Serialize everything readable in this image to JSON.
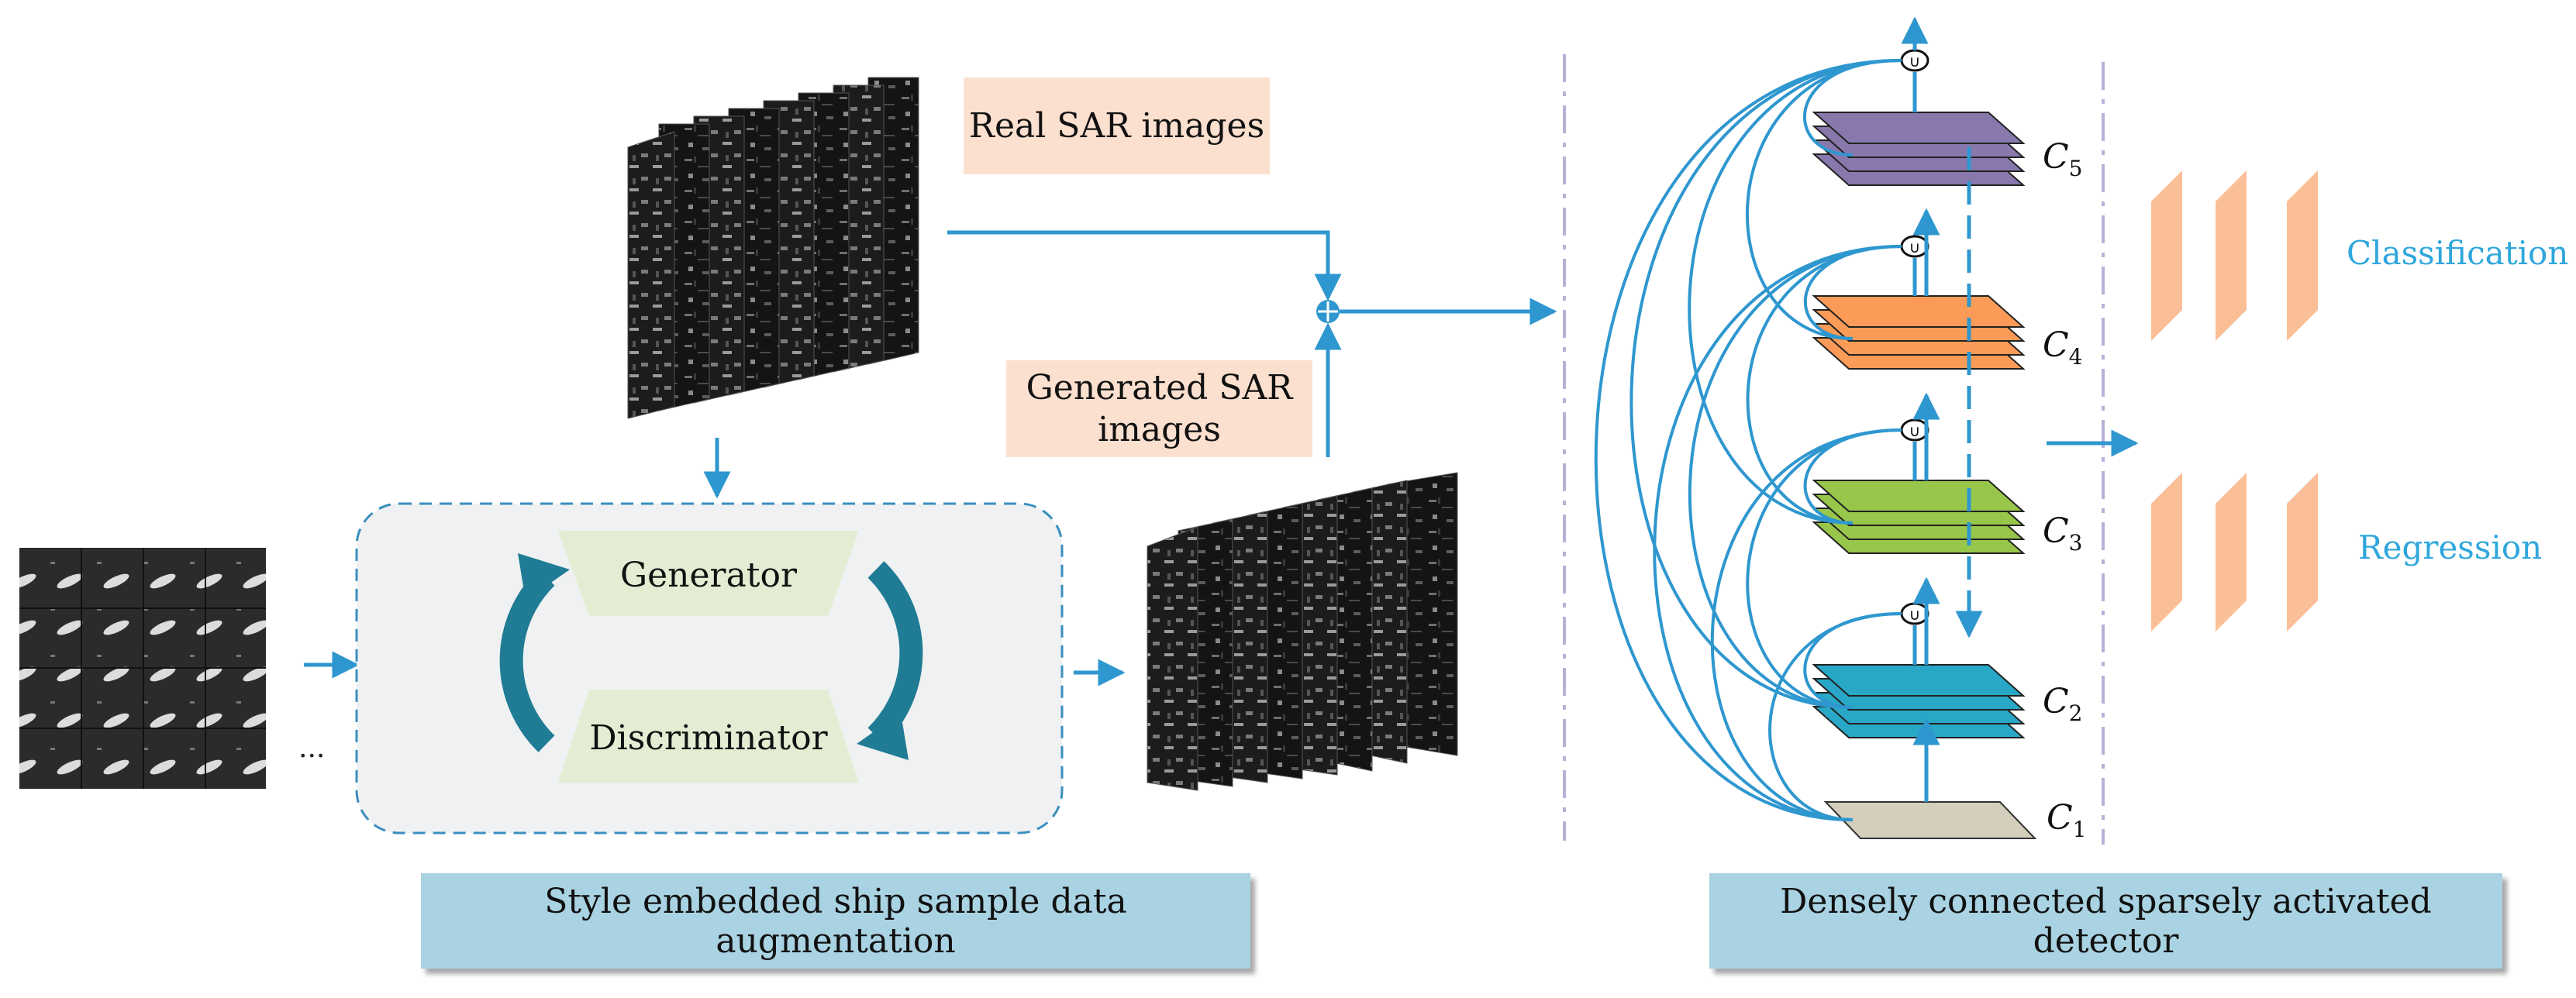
{
  "augmentation": {
    "real_label": "Real SAR images",
    "generated_label": "Generated SAR images",
    "generator_label": "Generator",
    "discriminator_label": "Discriminator",
    "ellipsis": "...",
    "section_title": "Style embedded ship sample data augmentation"
  },
  "detector": {
    "levels": [
      {
        "id": "C5",
        "letter": "C",
        "sub": "5",
        "color": "#8878ac"
      },
      {
        "id": "C4",
        "letter": "C",
        "sub": "4",
        "color": "#fb9b57"
      },
      {
        "id": "C3",
        "letter": "C",
        "sub": "3",
        "color": "#97c64a"
      },
      {
        "id": "C2",
        "letter": "C",
        "sub": "2",
        "color": "#29a7c7"
      },
      {
        "id": "C1",
        "letter": "C",
        "sub": "1",
        "color": "#d4cfbd"
      }
    ],
    "heads": {
      "classification": "Classification",
      "regression": "Regression",
      "head_color": "#fbbf98"
    },
    "section_title": "Densely connected sparsely activated detector"
  },
  "colors": {
    "arrow": "#2f97cf",
    "cycle": "#1f7c94",
    "trap_fill": "#e4edd3",
    "divider": "#b7b2d8",
    "container": "#f0f1f2"
  }
}
